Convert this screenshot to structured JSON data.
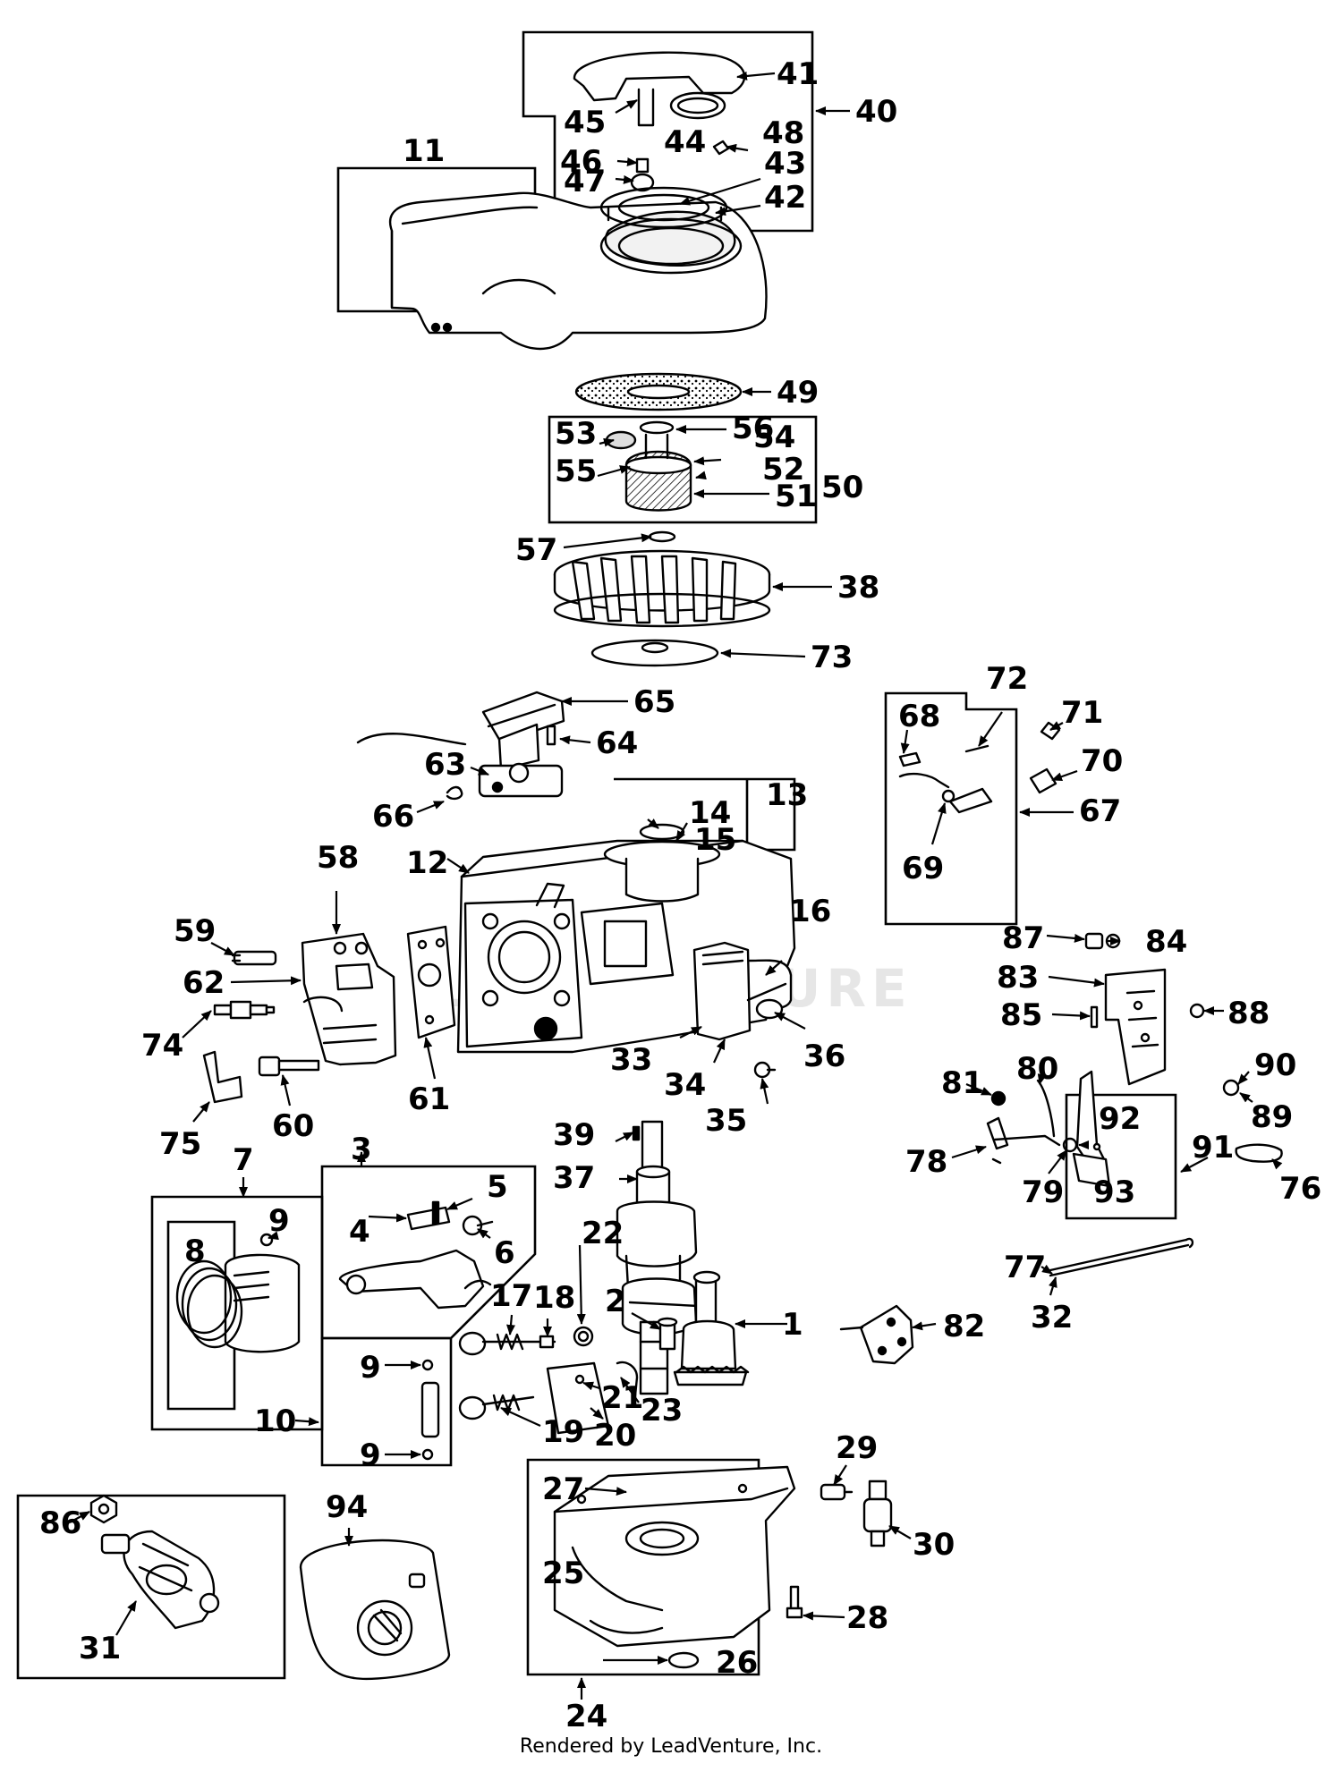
{
  "footer": {
    "credit": "Rendered by LeadVenture, Inc."
  },
  "watermark": {
    "text": "LEADVENTURE"
  },
  "callouts": {
    "c1": "1",
    "c2": "2",
    "c3": "3",
    "c4": "4",
    "c5": "5",
    "c6": "6",
    "c7": "7",
    "c8": "8",
    "c9a": "9",
    "c9b": "9",
    "c9c": "9",
    "c10": "10",
    "c11": "11",
    "c12": "12",
    "c13": "13",
    "c14": "14",
    "c15": "15",
    "c16": "16",
    "c17": "17",
    "c18": "18",
    "c19": "19",
    "c20": "20",
    "c21": "21",
    "c22": "22",
    "c23": "23",
    "c24": "24",
    "c25": "25",
    "c26": "26",
    "c27": "27",
    "c28": "28",
    "c29": "29",
    "c30": "30",
    "c31": "31",
    "c32": "32",
    "c33": "33",
    "c34": "34",
    "c35": "35",
    "c36": "36",
    "c37": "37",
    "c38": "38",
    "c39": "39",
    "c40": "40",
    "c41": "41",
    "c42": "42",
    "c43": "43",
    "c44": "44",
    "c45": "45",
    "c46": "46",
    "c47": "47",
    "c48": "48",
    "c49": "49",
    "c50": "50",
    "c51": "51",
    "c52": "52",
    "c53": "53",
    "c54": "54",
    "c55": "55",
    "c56": "56",
    "c57": "57",
    "c58": "58",
    "c59": "59",
    "c60": "60",
    "c61": "61",
    "c62": "62",
    "c63": "63",
    "c64": "64",
    "c65": "65",
    "c66": "66",
    "c67": "67",
    "c68": "68",
    "c69": "69",
    "c70": "70",
    "c71": "71",
    "c72": "72",
    "c73": "73",
    "c74": "74",
    "c75": "75",
    "c76": "76",
    "c77": "77",
    "c78": "78",
    "c79": "79",
    "c80": "80",
    "c81": "81",
    "c82": "82",
    "c83": "83",
    "c84": "84",
    "c85": "85",
    "c86": "86",
    "c87": "87",
    "c88": "88",
    "c89": "89",
    "c90": "90",
    "c91": "91",
    "c92": "92",
    "c93": "93",
    "c94": "94"
  },
  "colors": {
    "ink": "#000000",
    "paper": "#ffffff",
    "shade": "#6b6b6b",
    "watermark": "#e6e6e6"
  }
}
